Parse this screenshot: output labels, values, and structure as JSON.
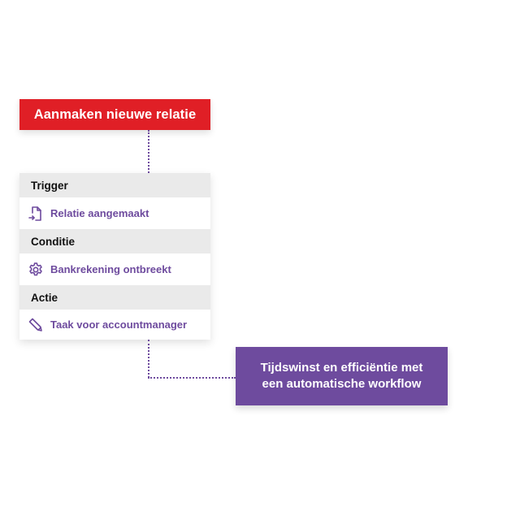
{
  "colors": {
    "start_box": "#E01F26",
    "accent_purple": "#6E4B9E",
    "section_header_bg": "#EAEAEA"
  },
  "start": {
    "label": "Aanmaken nieuwe relatie"
  },
  "card": {
    "sections": [
      {
        "header": "Trigger",
        "item": "Relatie aangemaakt",
        "icon": "file-import-icon"
      },
      {
        "header": "Conditie",
        "item": "Bankrekening ontbreekt",
        "icon": "gear-icon"
      },
      {
        "header": "Actie",
        "item": "Taak voor accountmanager",
        "icon": "pencil-icon"
      }
    ]
  },
  "result": {
    "line1": "Tijdswinst en efficiëntie met",
    "line2": "een automatische workflow"
  }
}
